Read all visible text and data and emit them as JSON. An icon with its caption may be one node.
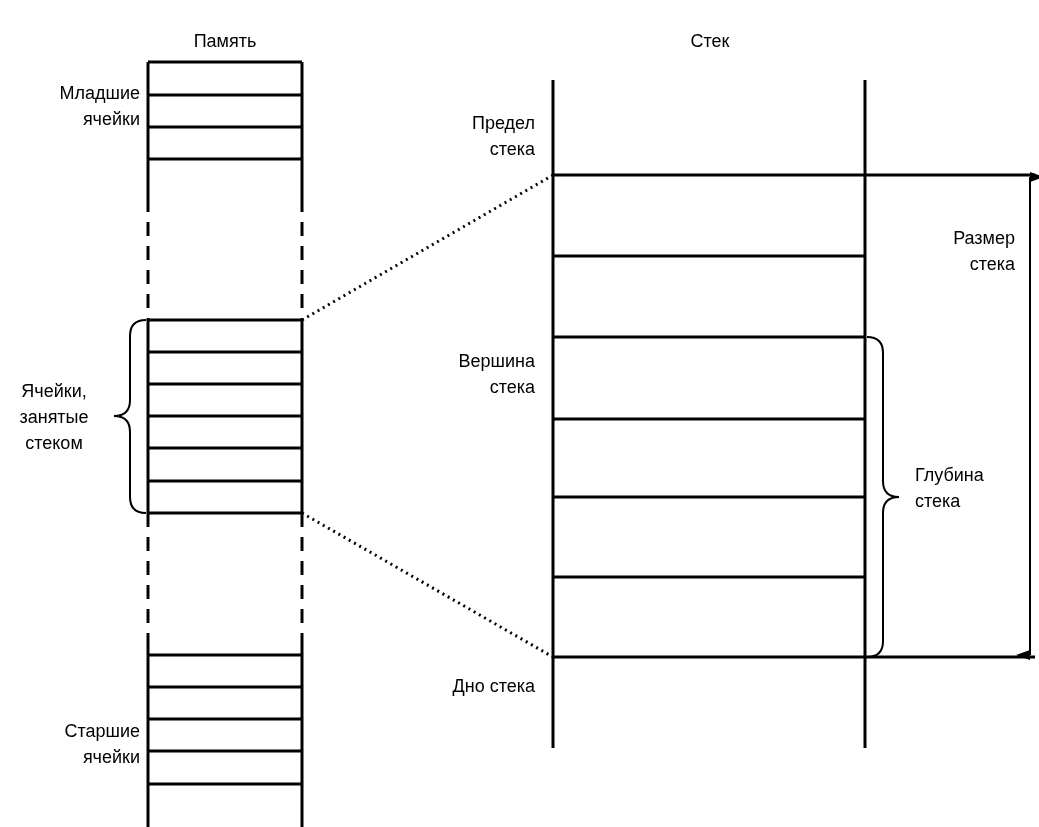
{
  "diagram": {
    "labels": [
      "Память",
      "Стек",
      "Младшие ячейки",
      "Предел стека",
      "Размер стека",
      "Вершина стека",
      "Ячейки, занятые стеком",
      "Глубина стека",
      "Дно стека",
      "Старшие ячейки"
    ]
  }
}
